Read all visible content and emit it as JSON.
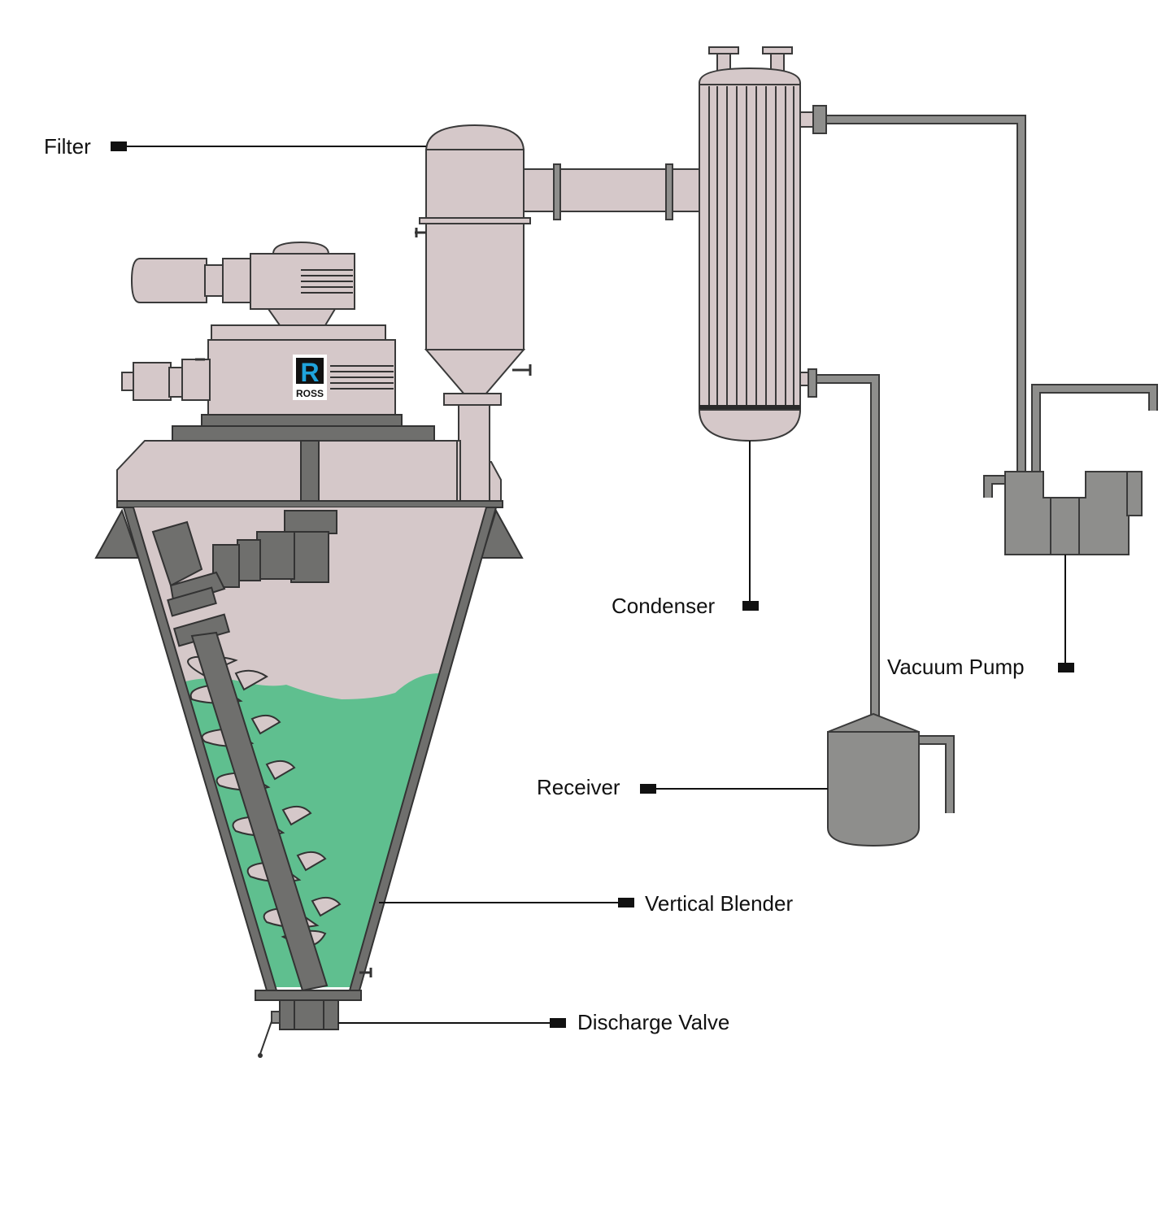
{
  "labels": {
    "filter": "Filter",
    "condenser": "Condenser",
    "vacuum_pump": "Vacuum Pump",
    "receiver": "Receiver",
    "vertical_blender": "Vertical Blender",
    "discharge_valve": "Discharge Valve"
  },
  "logo": {
    "text": "ROSS",
    "letter": "R",
    "color": "#1fa3dc"
  },
  "colors": {
    "vessel": "#d5c8c9",
    "gray_equipment": "#8e8e8c",
    "product": "#5fbf8f"
  }
}
